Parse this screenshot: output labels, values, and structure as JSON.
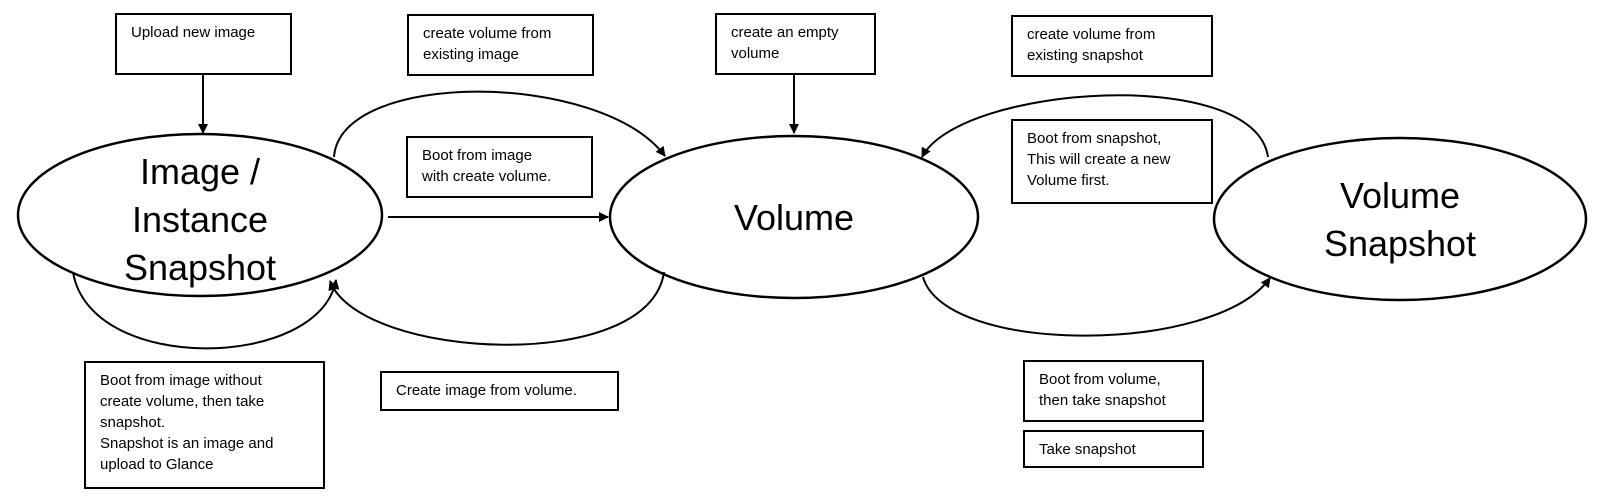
{
  "nodes": {
    "image_snapshot": {
      "lines": [
        "Image /",
        "Instance",
        "Snapshot"
      ]
    },
    "volume": {
      "lines": [
        "Volume"
      ]
    },
    "volume_snapshot": {
      "lines": [
        "Volume",
        "Snapshot"
      ]
    }
  },
  "labels": {
    "upload_new_image": [
      "Upload new image"
    ],
    "create_volume_from_image": [
      "create volume from",
      "existing image"
    ],
    "create_empty_volume": [
      "create an empty",
      "volume"
    ],
    "create_volume_from_snapshot": [
      "create volume from",
      "existing snapshot"
    ],
    "boot_from_image_create_volume": [
      "Boot from image",
      "with create volume."
    ],
    "boot_from_snapshot": [
      "Boot from snapshot,",
      "This will create a new",
      "Volume first."
    ],
    "boot_without_volume": [
      "Boot from image without",
      "create volume, then take",
      "snapshot.",
      "Snapshot is an image and",
      "upload to Glance"
    ],
    "create_image_from_volume": [
      "Create image  from volume."
    ],
    "boot_from_volume_snapshot": [
      "Boot from volume,",
      "then take snapshot"
    ],
    "take_snapshot": [
      "Take snapshot"
    ]
  },
  "colors": {
    "stroke": "#000000",
    "background": "#ffffff"
  }
}
